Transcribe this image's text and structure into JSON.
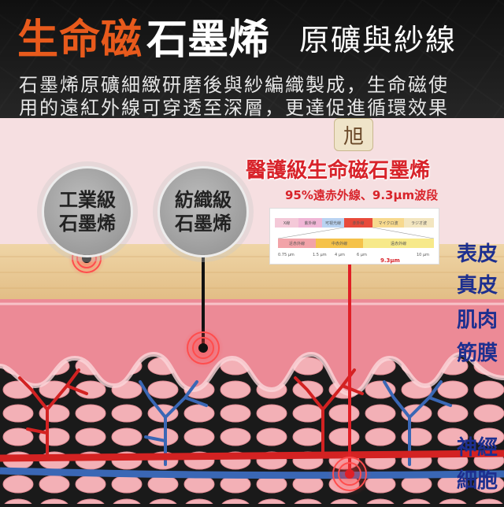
{
  "header": {
    "title_orange": "生命磁",
    "title_white": "石墨烯",
    "title_sub": "原礦與紗線",
    "desc_line1": "石墨烯原礦細緻研磨後與紗編織製成，生命磁使",
    "desc_line2": "用的遠紅外線可穿透至深層，更達促進循環效果"
  },
  "bubbles": {
    "industrial": {
      "line1": "工業級",
      "line2": "石墨烯"
    },
    "textile": {
      "line1": "紡織級",
      "line2": "石墨烯"
    }
  },
  "logo_char": "旭",
  "medical": {
    "title": "醫護級生命磁石墨烯",
    "subtitle": "95%遠赤外線、9.3μm波段",
    "spectrum_peak": "9.3μm",
    "top_bands": [
      "X線",
      "紫外線",
      "可視光線",
      "赤外線",
      "マイクロ波",
      "ラジオ波"
    ],
    "ir_bands": [
      "近赤外線",
      "中赤外線",
      "遠赤外線"
    ],
    "scale_ticks": [
      "0.75 μm",
      "1.5 μm",
      "4 μm",
      "6 μm",
      "10 μm"
    ]
  },
  "layers": [
    "表皮",
    "真皮",
    "肌肉",
    "筋膜",
    "神經",
    "細胞"
  ],
  "colors": {
    "title_accent": "#e85a1c",
    "medical_red": "#d8232a",
    "layer_label_blue": "#1d2f8f",
    "artery_red": "#d32222",
    "vein_blue": "#3a67b5"
  }
}
